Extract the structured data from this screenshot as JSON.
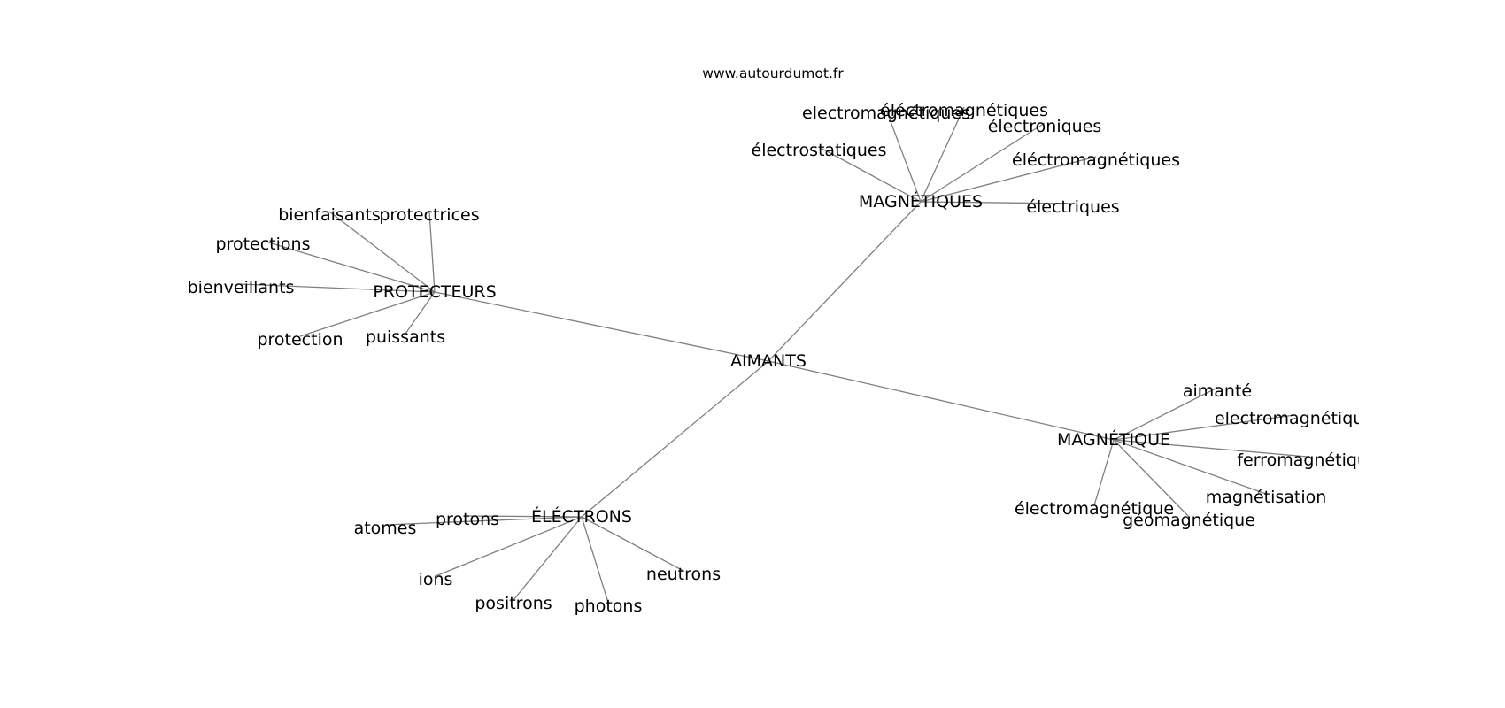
{
  "credit": "www.autourdumot.fr",
  "colors": {
    "edge": "#7f7f7f",
    "text": "#000000",
    "background": "#ffffff"
  },
  "graph": {
    "center": "AIMANTS",
    "branches": [
      {
        "id": "magnetiques",
        "label": "MAGNÉTIQUES",
        "children": [
          "electromagnétiques",
          "éléctromagnétiques",
          "électroniques",
          "électrostatiques",
          "éléctromagnétiques",
          "électriques"
        ]
      },
      {
        "id": "protecteurs",
        "label": "PROTECTEURS",
        "children": [
          "bienfaisants",
          "protectrices",
          "protections",
          "bienveillants",
          "protection",
          "puissants"
        ]
      },
      {
        "id": "magnetique",
        "label": "MAGNÉTIQUE",
        "children": [
          "aimanté",
          "electromagnétique",
          "ferromagnétique",
          "magnétisation",
          "électromagnétique",
          "géomagnétique"
        ]
      },
      {
        "id": "electrons",
        "label": "ÉLÉCTRONS",
        "children": [
          "atomes",
          "protons",
          "ions",
          "positrons",
          "photons",
          "neutrons"
        ]
      }
    ]
  }
}
